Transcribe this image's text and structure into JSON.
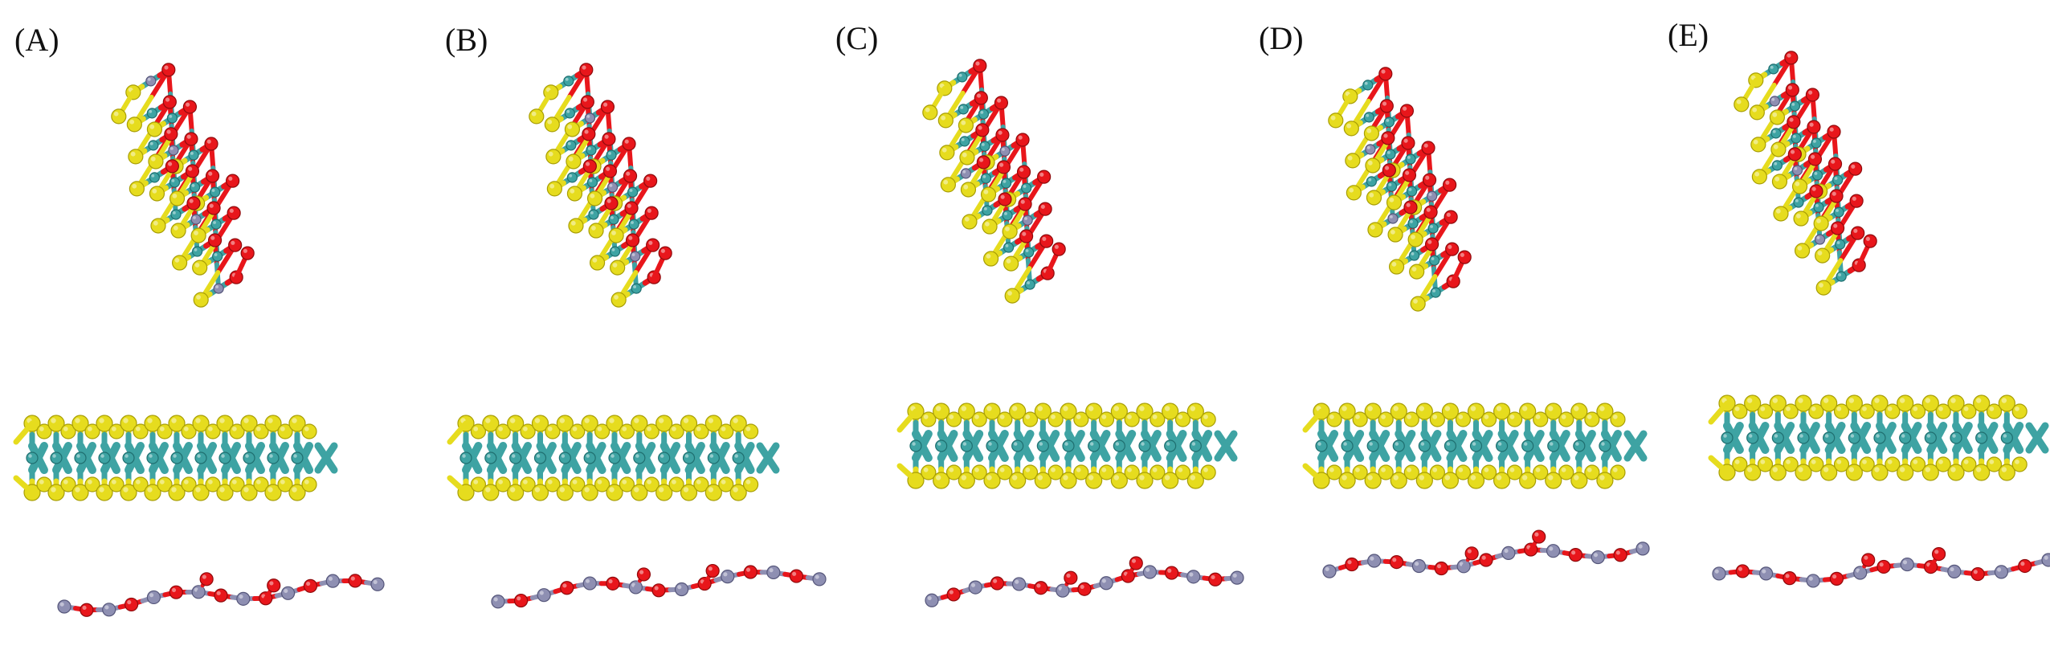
{
  "figure": {
    "panels": [
      {
        "label": "(A)",
        "variant": "A"
      },
      {
        "label": "(B)",
        "variant": "B"
      },
      {
        "label": "(C)",
        "variant": "C"
      },
      {
        "label": "(D)",
        "variant": "D"
      },
      {
        "label": "(E)",
        "variant": "E"
      }
    ],
    "colors": {
      "sulfur": "#e6dc1e",
      "molybdenum": "#3ea3a3",
      "oxygen": "#e8161b",
      "nitrogen": "#8e8fb2",
      "background": "#ffffff"
    }
  }
}
